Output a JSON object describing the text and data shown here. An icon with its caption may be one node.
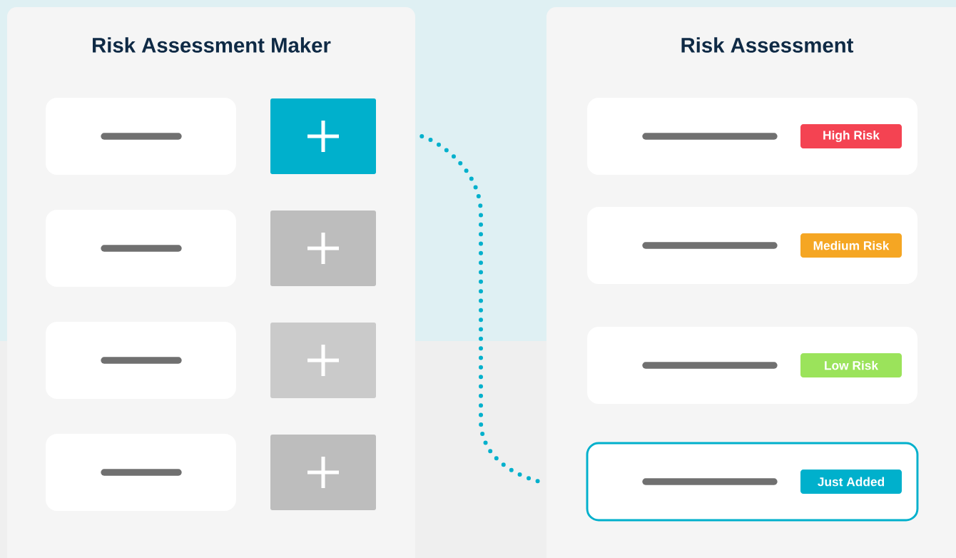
{
  "diagram": {
    "nodes": [
      {
        "text": [
          "Risk Assessment Maker"
        ]
      },
      {
        "text": [],
        "shape": "box",
        "in": 0
      },
      {
        "text": [],
        "shape": "box",
        "in": 0
      },
      {
        "text": [],
        "shape": "box",
        "in": 0
      },
      {
        "text": [],
        "shape": "box",
        "in": 0
      },
      {
        "text": [],
        "shape": "box",
        "in": 0
      },
      {
        "text": [],
        "shape": "box",
        "in": 0
      },
      {
        "text": [],
        "shape": "box",
        "in": 0
      },
      {
        "text": [],
        "shape": "box",
        "in": 0
      },
      {
        "text": [
          "Risk Assessment"
        ]
      },
      {
        "text": [],
        "shape": "box",
        "in": 9
      },
      {
        "text": [
          "High Risk"
        ],
        "in": 10
      },
      {
        "text": [],
        "shape": "box",
        "in": 9
      },
      {
        "text": [
          "Medium Risk"
        ],
        "in": 12
      },
      {
        "text": [],
        "shape": "box",
        "in": 9
      },
      {
        "text": [
          "Low Risk"
        ],
        "in": 14
      },
      {
        "text": [],
        "shape": "box",
        "in": 9
      },
      {
        "text": [
          "Just Added"
        ],
        "in": 16
      }
    ],
    "edges": [
      {
        "from": 2,
        "to": 16,
        "arrow": "none"
      }
    ]
  }
}
